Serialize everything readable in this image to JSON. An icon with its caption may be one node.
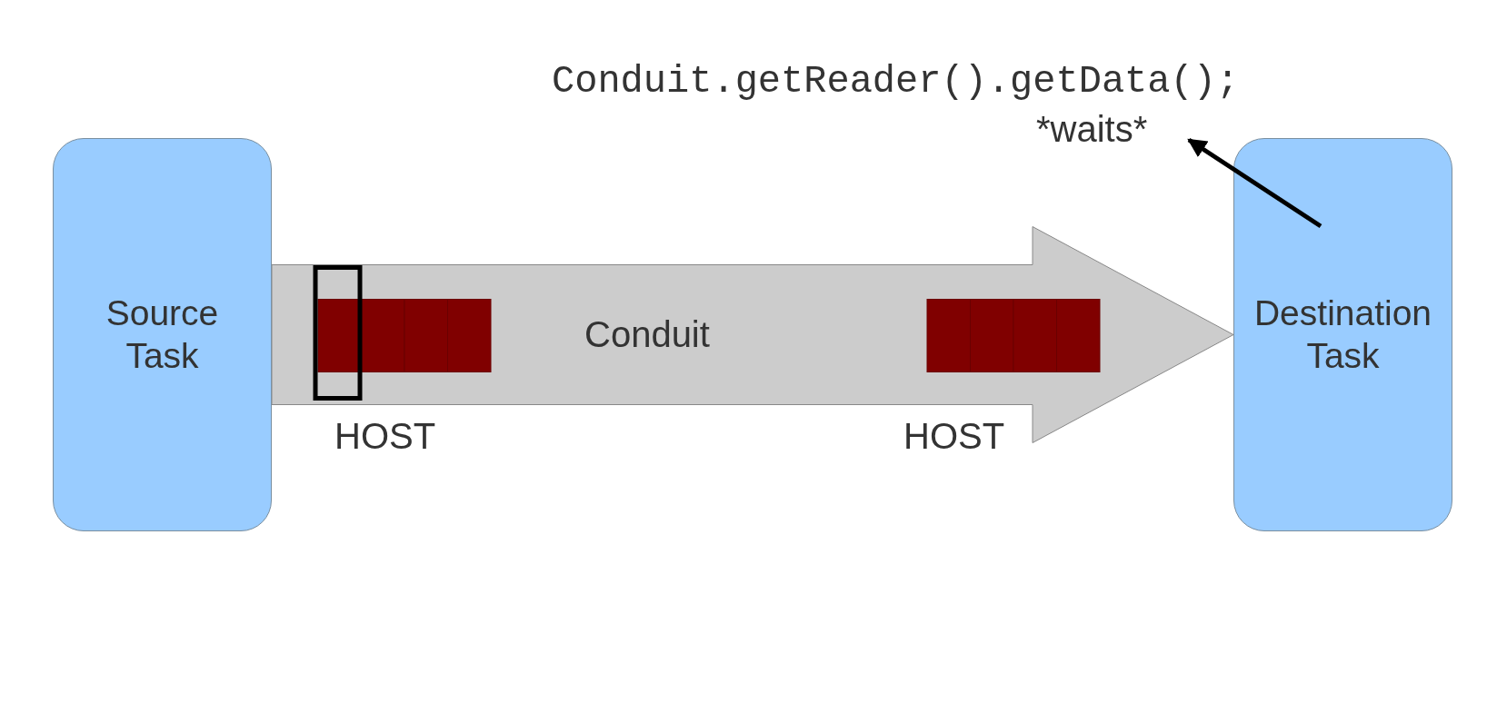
{
  "diagram": {
    "nodes": [
      {
        "text": [
          "Source Task"
        ]
      },
      {
        "text": [
          "Destination Task"
        ]
      },
      {
        "text": [
          "Conduit.getReader().getData();",
          "*waits*"
        ]
      }
    ],
    "edges": [
      {
        "from": 0,
        "to": 1,
        "arrow": "to",
        "label": "Conduit",
        "style": "thick",
        "color": "#cccccc"
      },
      {
        "from": 1,
        "to": 2,
        "arrow": "to"
      }
    ],
    "labels": [
      "HOST",
      "HOST"
    ]
  }
}
